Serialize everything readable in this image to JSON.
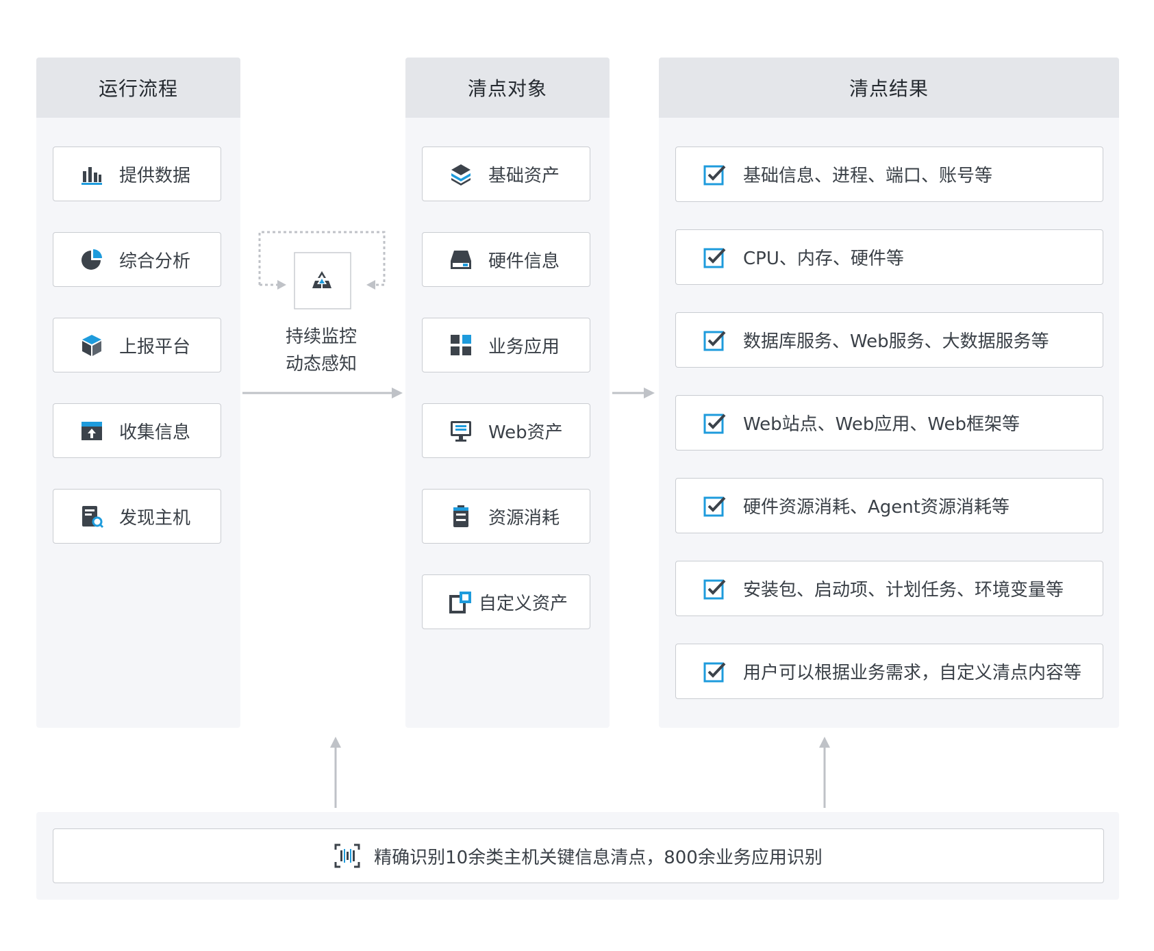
{
  "columns": {
    "process": {
      "title": "运行流程",
      "items": [
        {
          "label": "提供数据",
          "icon": "bar-chart-icon"
        },
        {
          "label": "综合分析",
          "icon": "pie-chart-icon"
        },
        {
          "label": "上报平台",
          "icon": "cube-icon"
        },
        {
          "label": "收集信息",
          "icon": "upload-box-icon"
        },
        {
          "label": "发现主机",
          "icon": "server-search-icon"
        }
      ]
    },
    "objects": {
      "title": "清点对象",
      "items": [
        {
          "label": "基础资产",
          "icon": "layers-icon"
        },
        {
          "label": "硬件信息",
          "icon": "hard-drive-icon"
        },
        {
          "label": "业务应用",
          "icon": "app-grid-icon"
        },
        {
          "label": "Web资产",
          "icon": "monitor-icon"
        },
        {
          "label": "资源消耗",
          "icon": "battery-icon"
        },
        {
          "label": "自定义资产",
          "icon": "custom-window-icon"
        }
      ]
    },
    "results": {
      "title": "清点结果",
      "items": [
        {
          "label": "基础信息、进程、端口、账号等",
          "icon": "checkbox-icon"
        },
        {
          "label": "CPU、内存、硬件等",
          "icon": "checkbox-icon"
        },
        {
          "label": "数据库服务、Web服务、大数据服务等",
          "icon": "checkbox-icon"
        },
        {
          "label": "Web站点、Web应用、Web框架等",
          "icon": "checkbox-icon"
        },
        {
          "label": "硬件资源消耗、Agent资源消耗等",
          "icon": "checkbox-icon"
        },
        {
          "label": "安装包、启动项、计划任务、环境变量等",
          "icon": "checkbox-icon"
        },
        {
          "label": "用户可以根据业务需求，自定义清点内容等",
          "icon": "checkbox-icon"
        }
      ]
    }
  },
  "monitor": {
    "line1": "持续监控",
    "line2": "动态感知",
    "icon": "recycle-triangle-icon"
  },
  "bottom": {
    "label": "精确识别10余类主机关键信息清点，800余业务应用识别",
    "icon": "scan-barcode-icon"
  },
  "colors": {
    "accent_blue": "#1e9bdc",
    "icon_dark": "#3c434b",
    "panel_bg": "#f5f6f9",
    "header_bg": "#e4e6ea",
    "arrow_gray": "#bfc2c7"
  }
}
